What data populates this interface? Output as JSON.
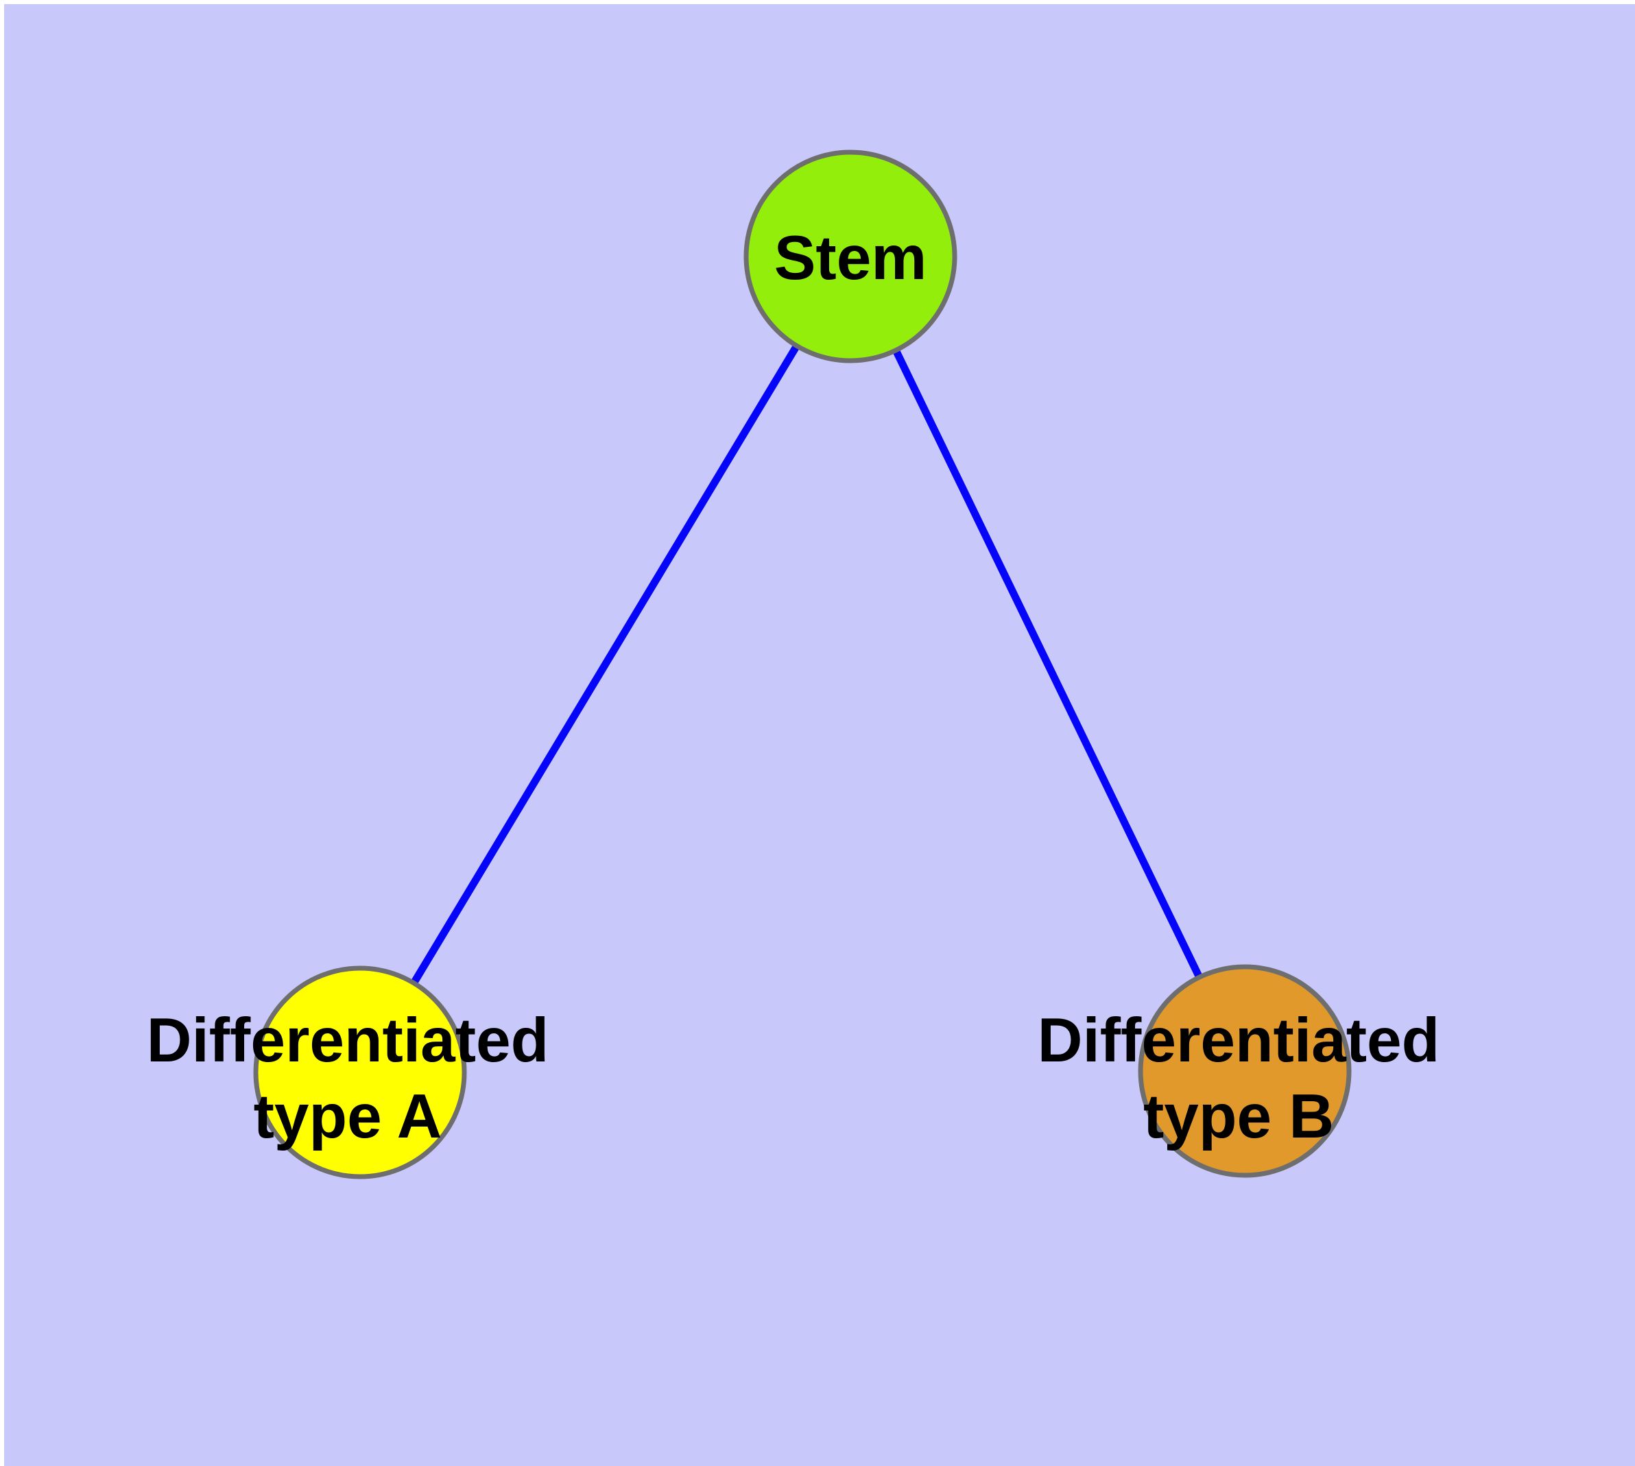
{
  "diagram": {
    "title": "cell differentiation graph",
    "background_color": "#c8c8fa",
    "page_border_color": "#ffffff",
    "edge_color": "#0505fa",
    "node_border_color": "#6e6e6e",
    "label_color": "#000000",
    "nodes": [
      {
        "id": "stem",
        "label": "Stem",
        "fill": "#94ee0c"
      },
      {
        "id": "type-a",
        "label_line1": "Differentiated",
        "label_line2": "type A",
        "label_full": "Differentiated type A",
        "fill": "#ffff00"
      },
      {
        "id": "type-b",
        "label_line1": "Differentiated",
        "label_line2": "type B",
        "label_full": "Differentiated type B",
        "fill": "#e2992b"
      }
    ],
    "edges": [
      {
        "from": "Stem",
        "to": "Differentiated type A"
      },
      {
        "from": "Stem",
        "to": "Differentiated type B"
      }
    ]
  }
}
